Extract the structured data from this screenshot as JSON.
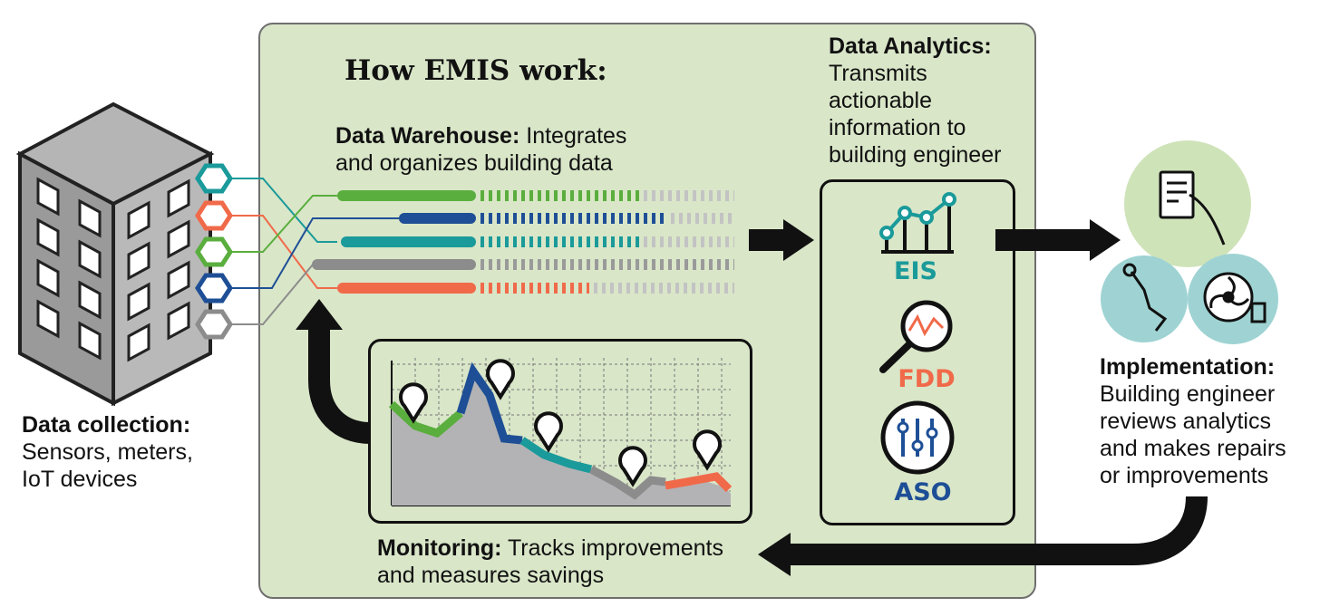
{
  "title": "How EMIS work:",
  "data_warehouse": {
    "heading": "Data Warehouse:",
    "line1_rest": "Integrates",
    "line2": "and organizes building data"
  },
  "data_analytics": {
    "heading": "Data Analytics:",
    "lines": [
      "Transmits",
      "actionable",
      "information to",
      "building engineer"
    ]
  },
  "data_collection": {
    "heading": "Data collection:",
    "lines": [
      "Sensors, meters,",
      "IoT devices"
    ]
  },
  "implementation": {
    "heading": "Implementation:",
    "lines": [
      "Building engineer",
      "reviews analytics",
      "and makes repairs",
      "or improvements"
    ]
  },
  "monitoring": {
    "heading": "Monitoring:",
    "line1_rest": "Tracks improvements",
    "line2": "and measures savings"
  },
  "analytics_tools": [
    {
      "label": "EIS",
      "color": "#1a9a9a",
      "icon": "line-chart-icon"
    },
    {
      "label": "FDD",
      "color": "#f06a4a",
      "icon": "magnifier-icon"
    },
    {
      "label": "ASO",
      "color": "#1e4f96",
      "icon": "sliders-icon"
    }
  ],
  "colors": {
    "green": "#5aae3e",
    "blue": "#1e4f96",
    "teal": "#1a9a9a",
    "gray": "#8c8c8c",
    "orange": "#f06a4a",
    "panel": "#d9e6c8",
    "circle_green": "#cfe3b9",
    "circle_teal": "#9fd3d3"
  }
}
